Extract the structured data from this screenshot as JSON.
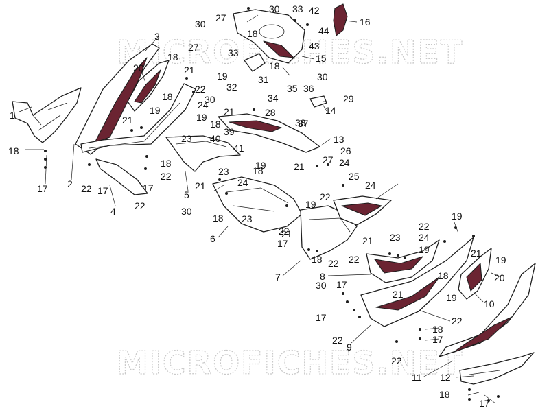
{
  "diagram": {
    "watermark": "MICROFICHES.NET",
    "callouts": [
      {
        "id": "c1",
        "text": "1"
      },
      {
        "id": "c2",
        "text": "2"
      },
      {
        "id": "c3",
        "text": "3"
      },
      {
        "id": "c4",
        "text": "4"
      },
      {
        "id": "c5",
        "text": "5"
      },
      {
        "id": "c6",
        "text": "6"
      },
      {
        "id": "c7",
        "text": "7"
      },
      {
        "id": "c8",
        "text": "8"
      },
      {
        "id": "c9",
        "text": "9"
      },
      {
        "id": "c10",
        "text": "10"
      },
      {
        "id": "c11",
        "text": "11"
      },
      {
        "id": "c12",
        "text": "12"
      },
      {
        "id": "c13",
        "text": "13"
      },
      {
        "id": "c14",
        "text": "14"
      },
      {
        "id": "c15",
        "text": "15"
      },
      {
        "id": "c16",
        "text": "16"
      },
      {
        "id": "c17a",
        "text": "17"
      },
      {
        "id": "c17b",
        "text": "17"
      },
      {
        "id": "c17c",
        "text": "17"
      },
      {
        "id": "c17d",
        "text": "17"
      },
      {
        "id": "c17e",
        "text": "17"
      },
      {
        "id": "c17f",
        "text": "17"
      },
      {
        "id": "c17g",
        "text": "17"
      },
      {
        "id": "c17h",
        "text": "17"
      },
      {
        "id": "c18a",
        "text": "18"
      },
      {
        "id": "c18b",
        "text": "18"
      },
      {
        "id": "c18c",
        "text": "18"
      },
      {
        "id": "c18d",
        "text": "18"
      },
      {
        "id": "c18e",
        "text": "18"
      },
      {
        "id": "c18f",
        "text": "18"
      },
      {
        "id": "c18g",
        "text": "18"
      },
      {
        "id": "c18h",
        "text": "18"
      },
      {
        "id": "c18i",
        "text": "18"
      },
      {
        "id": "c18j",
        "text": "18"
      },
      {
        "id": "c18k",
        "text": "18"
      },
      {
        "id": "c18l",
        "text": "18"
      },
      {
        "id": "c18m",
        "text": "18"
      },
      {
        "id": "c19a",
        "text": "19"
      },
      {
        "id": "c19b",
        "text": "19"
      },
      {
        "id": "c19c",
        "text": "19"
      },
      {
        "id": "c19d",
        "text": "19"
      },
      {
        "id": "c19e",
        "text": "19"
      },
      {
        "id": "c19f",
        "text": "19"
      },
      {
        "id": "c19g",
        "text": "19"
      },
      {
        "id": "c19h",
        "text": "19"
      },
      {
        "id": "c19i",
        "text": "19"
      },
      {
        "id": "c20a",
        "text": "20"
      },
      {
        "id": "c20b",
        "text": "20"
      },
      {
        "id": "c21a",
        "text": "21"
      },
      {
        "id": "c21b",
        "text": "21"
      },
      {
        "id": "c21c",
        "text": "21"
      },
      {
        "id": "c21d",
        "text": "21"
      },
      {
        "id": "c21e",
        "text": "21"
      },
      {
        "id": "c21f",
        "text": "21"
      },
      {
        "id": "c21g",
        "text": "21"
      },
      {
        "id": "c21h",
        "text": "21"
      },
      {
        "id": "c21i",
        "text": "21"
      },
      {
        "id": "c22a",
        "text": "22"
      },
      {
        "id": "c22b",
        "text": "22"
      },
      {
        "id": "c22c",
        "text": "22"
      },
      {
        "id": "c22d",
        "text": "22"
      },
      {
        "id": "c22e",
        "text": "22"
      },
      {
        "id": "c22f",
        "text": "22"
      },
      {
        "id": "c22g",
        "text": "22"
      },
      {
        "id": "c22h",
        "text": "22"
      },
      {
        "id": "c22i",
        "text": "22"
      },
      {
        "id": "c22j",
        "text": "22"
      },
      {
        "id": "c22k",
        "text": "22"
      },
      {
        "id": "c22l",
        "text": "22"
      },
      {
        "id": "c23a",
        "text": "23"
      },
      {
        "id": "c23b",
        "text": "23"
      },
      {
        "id": "c23c",
        "text": "23"
      },
      {
        "id": "c23d",
        "text": "23"
      },
      {
        "id": "c24a",
        "text": "24"
      },
      {
        "id": "c24b",
        "text": "24"
      },
      {
        "id": "c24c",
        "text": "24"
      },
      {
        "id": "c24d",
        "text": "24"
      },
      {
        "id": "c24e",
        "text": "24"
      },
      {
        "id": "c25",
        "text": "25"
      },
      {
        "id": "c26",
        "text": "26"
      },
      {
        "id": "c27a",
        "text": "27"
      },
      {
        "id": "c27b",
        "text": "27"
      },
      {
        "id": "c27c",
        "text": "27"
      },
      {
        "id": "c28",
        "text": "28"
      },
      {
        "id": "c29",
        "text": "29"
      },
      {
        "id": "c30a",
        "text": "30"
      },
      {
        "id": "c30b",
        "text": "30"
      },
      {
        "id": "c30c",
        "text": "30"
      },
      {
        "id": "c30d",
        "text": "30"
      },
      {
        "id": "c30e",
        "text": "30"
      },
      {
        "id": "c30f",
        "text": "30"
      },
      {
        "id": "c31",
        "text": "31"
      },
      {
        "id": "c32",
        "text": "32"
      },
      {
        "id": "c33a",
        "text": "33"
      },
      {
        "id": "c33b",
        "text": "33"
      },
      {
        "id": "c34",
        "text": "34"
      },
      {
        "id": "c35",
        "text": "35"
      },
      {
        "id": "c36",
        "text": "36"
      },
      {
        "id": "c37",
        "text": "37"
      },
      {
        "id": "c38",
        "text": "38"
      },
      {
        "id": "c39",
        "text": "39"
      },
      {
        "id": "c40",
        "text": "40"
      },
      {
        "id": "c41",
        "text": "41"
      },
      {
        "id": "c42",
        "text": "42"
      },
      {
        "id": "c43",
        "text": "43"
      },
      {
        "id": "c44",
        "text": "44"
      }
    ]
  }
}
